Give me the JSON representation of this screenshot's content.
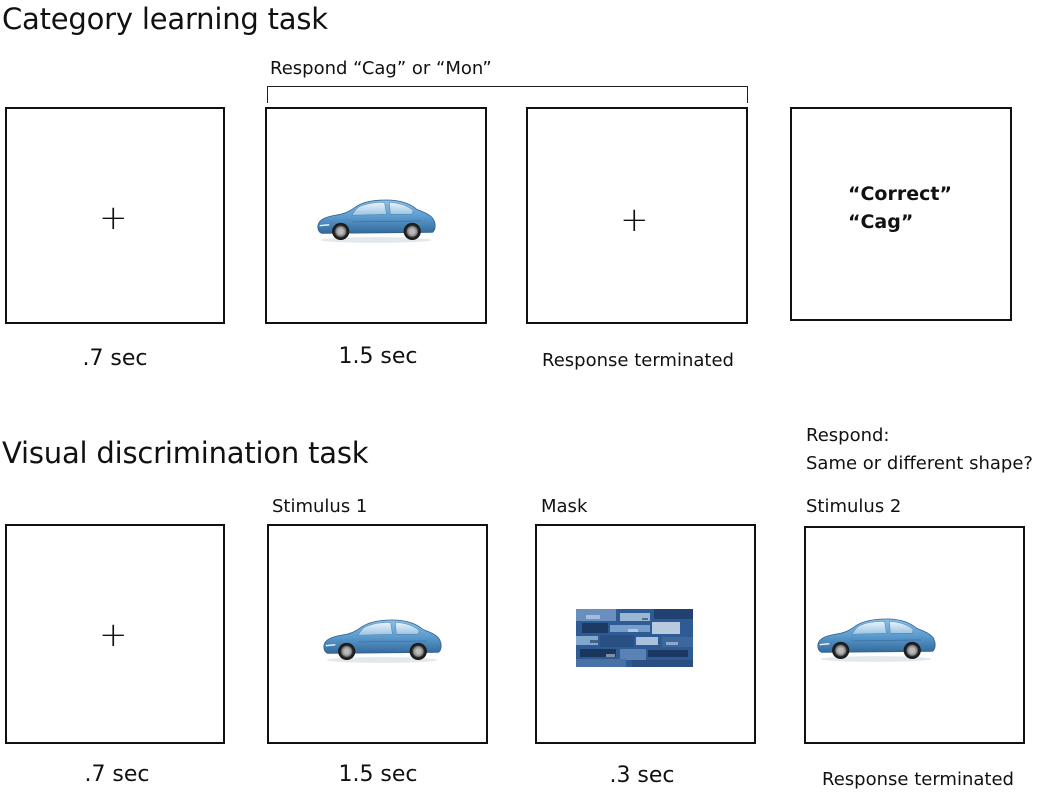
{
  "category_task": {
    "title": "Category learning task",
    "response_prompt": "Respond “Cag” or “Mon”",
    "fixation_symbol": "+",
    "timings": [
      ".7 sec",
      "1.5 sec",
      "Response terminated"
    ],
    "feedback": [
      "“Correct”",
      "“Cag”"
    ]
  },
  "discrimination_task": {
    "title": "Visual discrimination task",
    "response_prompt_line1": "Respond:",
    "response_prompt_line2": "Same or different shape?",
    "panel_labels": [
      "Stimulus 1",
      "Mask",
      "Stimulus 2"
    ],
    "fixation_symbol": "+",
    "timings": [
      ".7 sec",
      "1.5 sec",
      ".3 sec",
      "Response terminated"
    ]
  },
  "colors": {
    "car_body": "#5b9bcf",
    "car_shadow": "#3a74a6",
    "mask_base": "#2e5b94"
  },
  "icons": [
    "car-icon",
    "noise-mask-icon"
  ]
}
